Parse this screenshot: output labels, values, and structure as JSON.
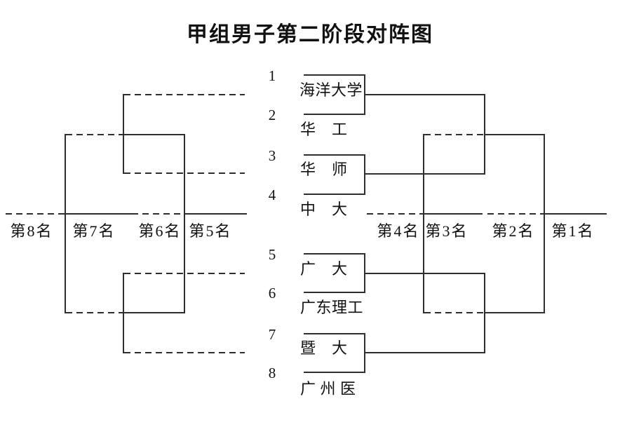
{
  "title": "甲组男子第二阶段对阵图",
  "bracket": {
    "teams": [
      {
        "seed": "1",
        "name": "海洋大学"
      },
      {
        "seed": "2",
        "name": "华　工"
      },
      {
        "seed": "3",
        "name": "华　师"
      },
      {
        "seed": "4",
        "name": "中　大"
      },
      {
        "seed": "5",
        "name": "广　大"
      },
      {
        "seed": "6",
        "name": "广东理工"
      },
      {
        "seed": "7",
        "name": "暨　大"
      },
      {
        "seed": "8",
        "name": "广 州 医"
      }
    ],
    "placements": [
      "第8名",
      "第7名",
      "第6名",
      "第5名",
      "第4名",
      "第3名",
      "第2名",
      "第1名"
    ]
  },
  "colors": {
    "line": "#2e2e2e",
    "text": "#111111",
    "background": "#ffffff"
  }
}
